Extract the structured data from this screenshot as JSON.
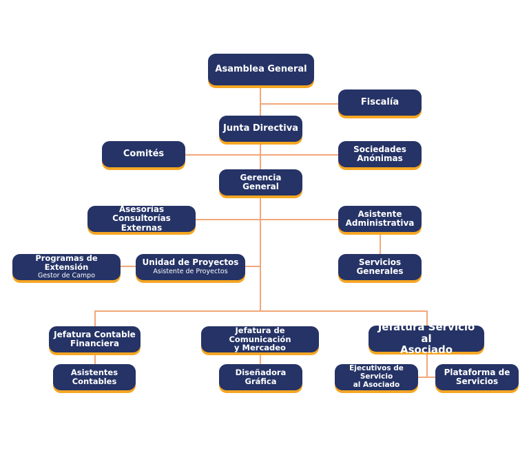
{
  "org_chart": {
    "asamblea": "Asamblea General",
    "fiscalia": "Fiscalía",
    "junta": "Junta Directiva",
    "comites": "Comités",
    "sociedades": "Sociedades\nAnónimas",
    "gerencia": "Gerencia General",
    "asesorias": "Asesorías\nConsultorías Externas",
    "asistente_admin": "Asistente\nAdministrativa",
    "servicios_generales": "Servicios\nGenerales",
    "programas": {
      "title": "Programas de Extensión",
      "subtitle": "Gestor de Campo"
    },
    "unidad": {
      "title": "Unidad de Proyectos",
      "subtitle": "Asistente de Proyectos"
    },
    "jefatura_contable": "Jefatura Contable\nFinanciera",
    "jefatura_comunicacion": "Jefatura de Comunicación\ny Mercadeo",
    "jefatura_servicio": "Jefatura Servicio al\nAsociado",
    "asistentes_contables": "Asistentes Contables",
    "disenadora": "Diseñadora Gráfica",
    "ejecutivos": "Ejecutivos de Servicio\nal Asociado",
    "plataforma": "Plataforma de\nServicios"
  },
  "colors": {
    "node_fill": "#253366",
    "node_shadow": "#f5a623",
    "connector": "#f2a679",
    "text": "#ffffff"
  }
}
